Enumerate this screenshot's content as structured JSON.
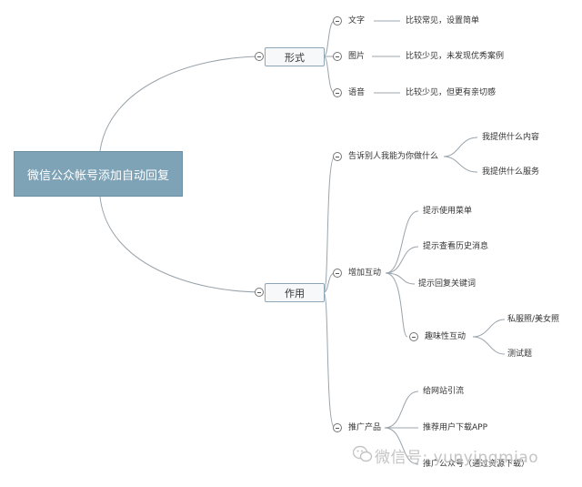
{
  "root": {
    "label": "微信公众帐号添加自动回复"
  },
  "form": {
    "label": "形式",
    "items": [
      {
        "label": "文字",
        "note": "比较常见，设置简单"
      },
      {
        "label": "图片",
        "note": "比较少见，未发现优秀案例"
      },
      {
        "label": "语音",
        "note": "比较少见，但更有亲切感"
      }
    ]
  },
  "role": {
    "label": "作用",
    "tell": {
      "label": "告诉别人我能为你做什么",
      "children": [
        "我提供什么内容",
        "我提供什么服务"
      ]
    },
    "interact": {
      "label": "增加互动",
      "children": [
        "提示使用菜单",
        "提示查看历史消息",
        "提示回复关键词"
      ],
      "fun": {
        "label": "趣味性互动",
        "children": [
          "私服照/美女照",
          "测试题"
        ]
      }
    },
    "promote": {
      "label": "推广产品",
      "children": [
        "给网站引流",
        "推荐用户下载APP",
        "推广公众号（通过资源下载）"
      ]
    }
  },
  "watermark": {
    "text": "微信号: yunyingmiao"
  }
}
